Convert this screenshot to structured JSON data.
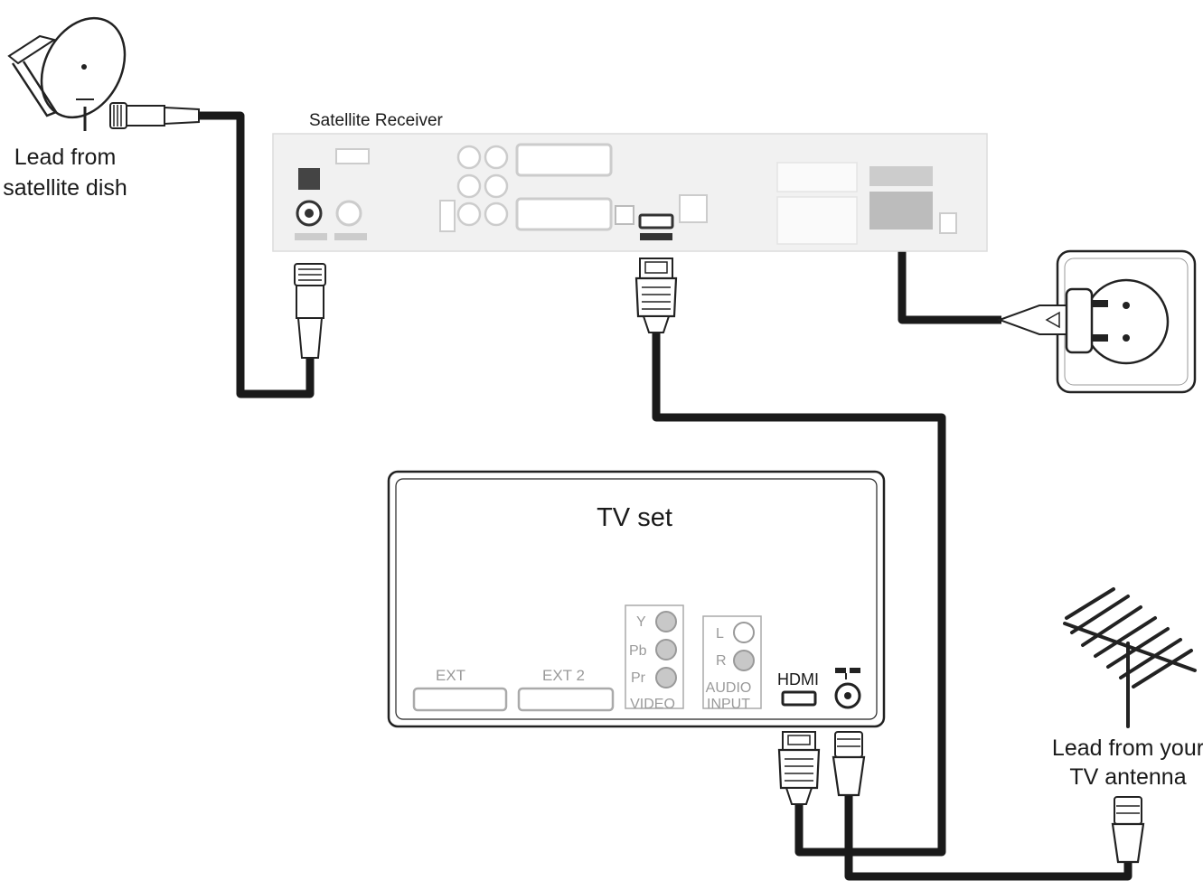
{
  "labels": {
    "satellite_lead_line1": "Lead from",
    "satellite_lead_line2": "satellite dish",
    "receiver": "Satellite Receiver",
    "tv_set": "TV set",
    "antenna_lead_line1": "Lead from your",
    "antenna_lead_line2": "TV antenna"
  },
  "tv_panel": {
    "ext1": "EXT",
    "ext2": "EXT 2",
    "y": "Y",
    "pb": "Pb",
    "pr": "Pr",
    "video": "VIDEO",
    "l": "L",
    "r": "R",
    "audio": "AUDIO",
    "input": "INPUT",
    "hdmi": "HDMI"
  },
  "colors": {
    "cable": "#1a1a1a",
    "receiver_body": "#f1f1f1",
    "line": "#222222",
    "faint": "#9a9a9a"
  }
}
